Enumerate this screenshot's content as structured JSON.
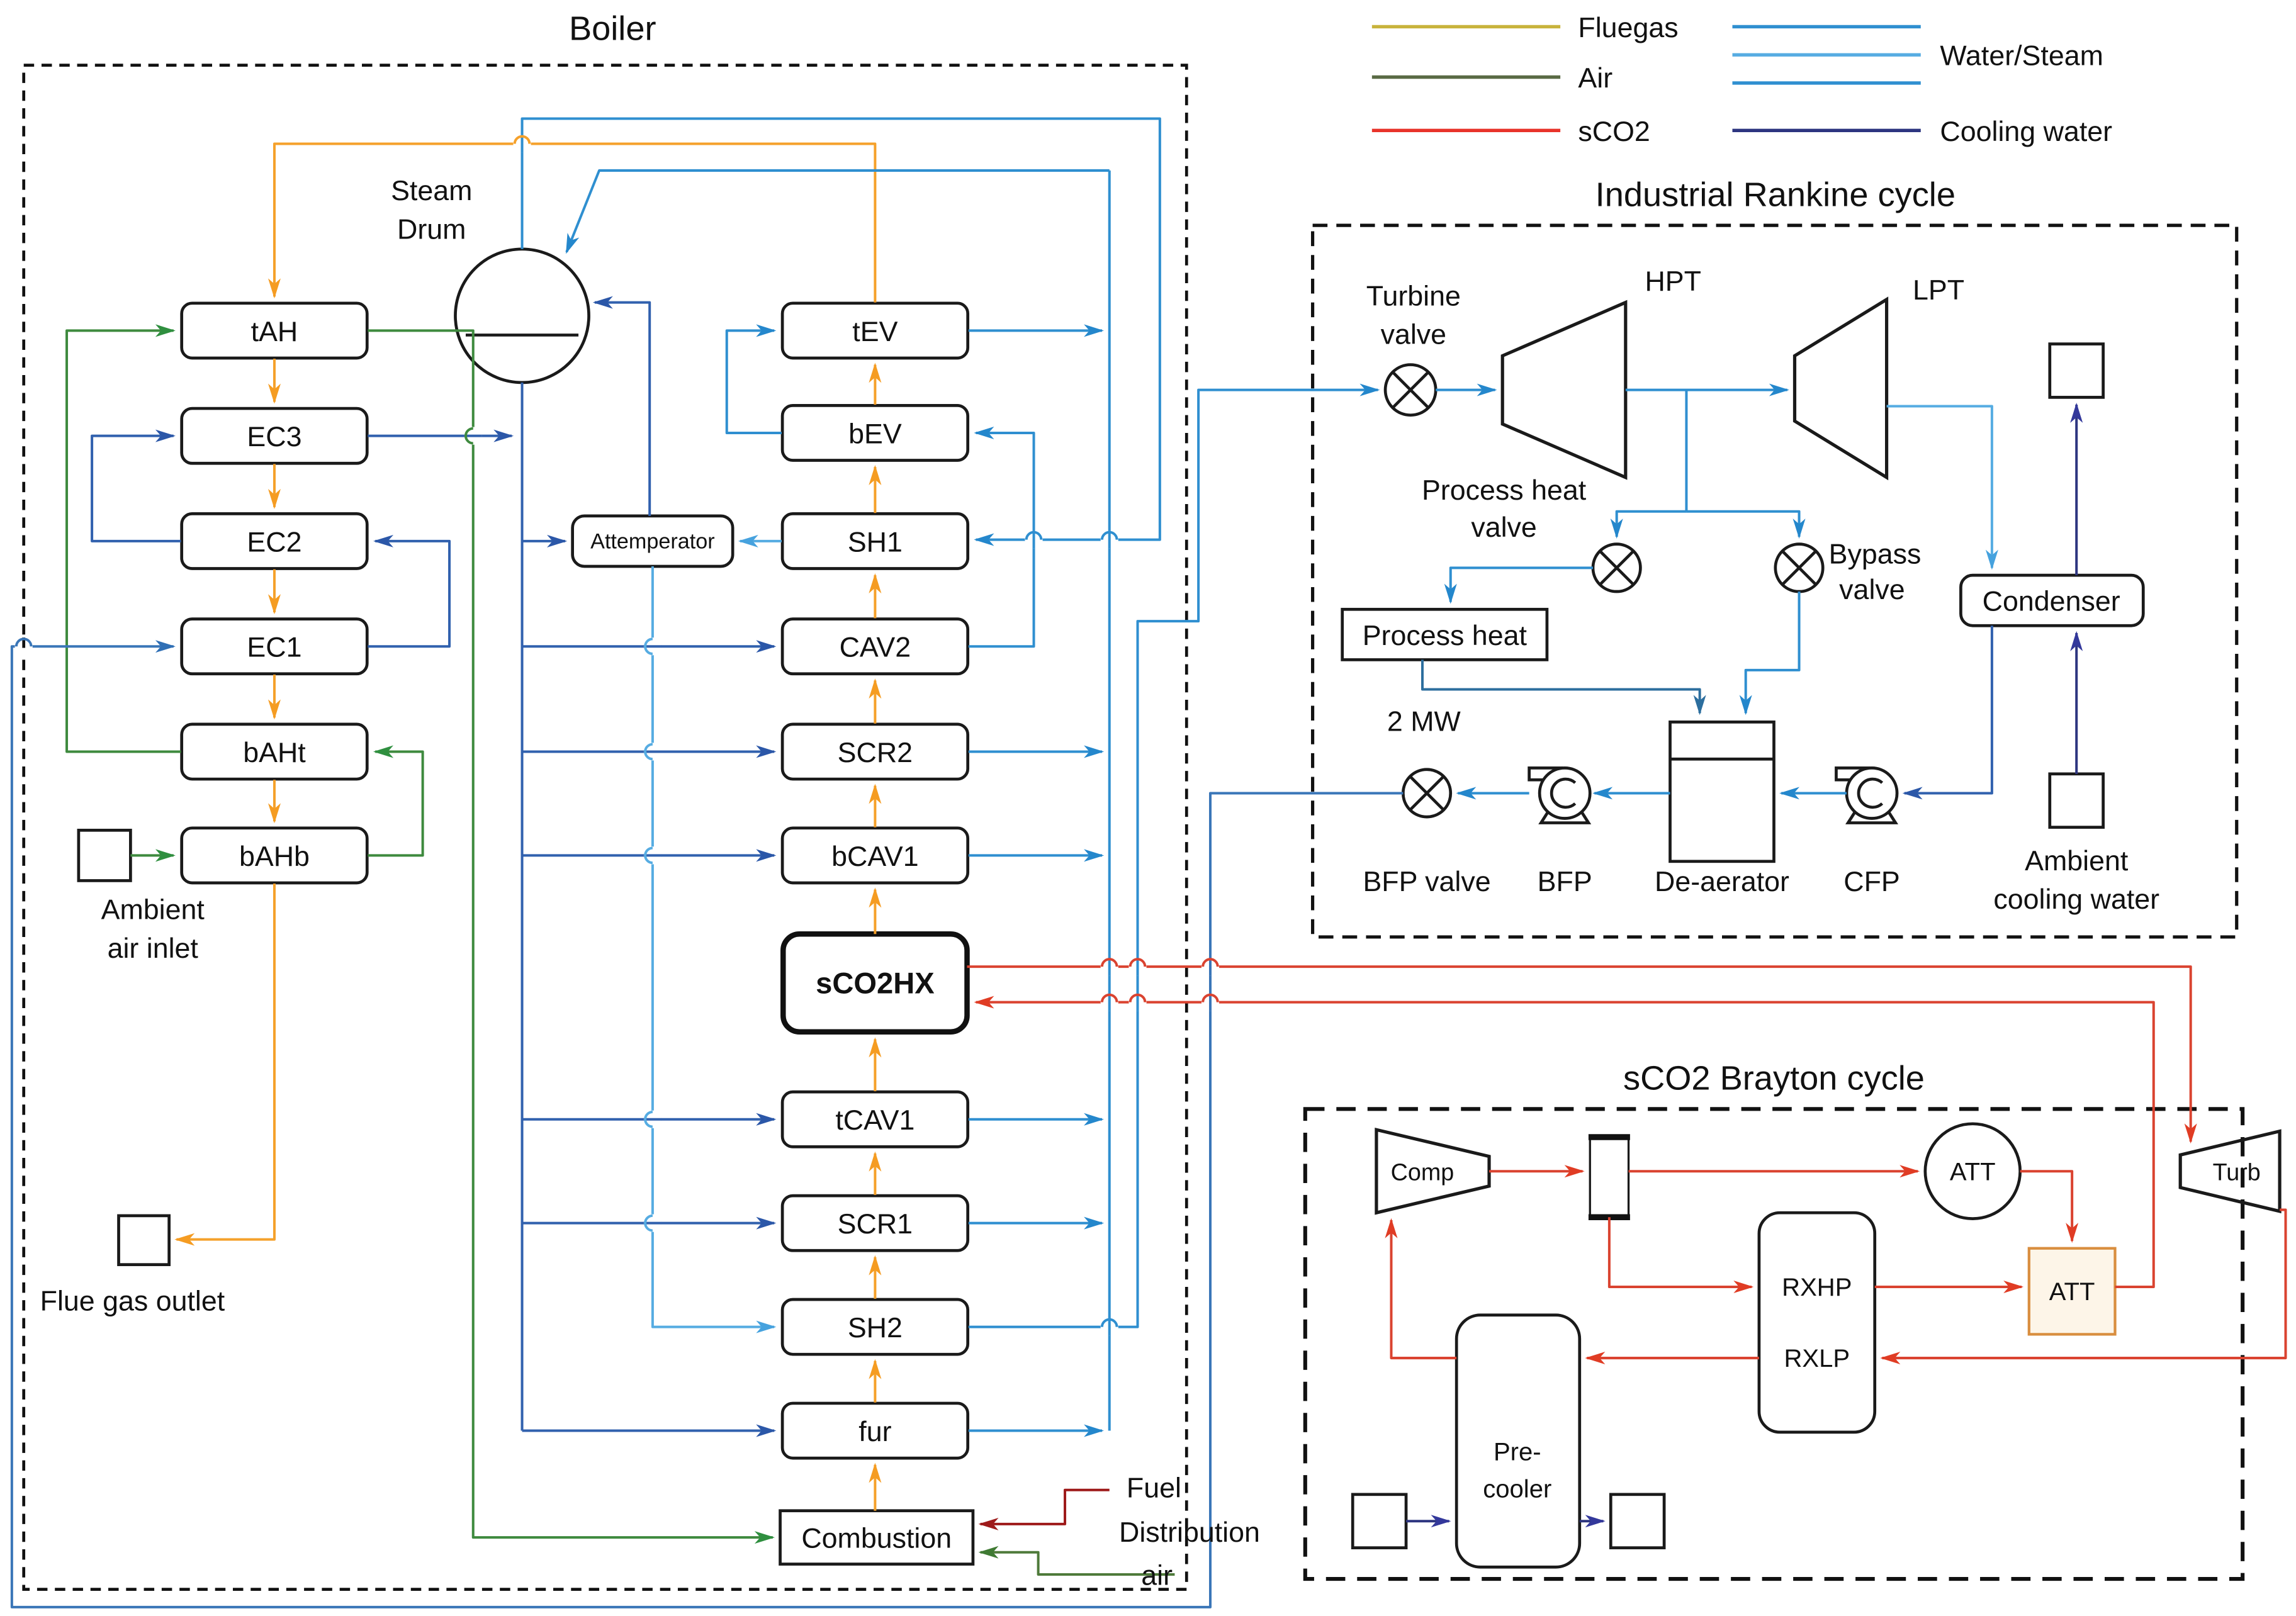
{
  "titles": {
    "boiler": "Boiler",
    "rankine": "Industrial Rankine cycle",
    "brayton": "sCO2 Brayton cycle"
  },
  "legend": {
    "fluegas": "Fluegas",
    "air": "Air",
    "sco2": "sCO2",
    "water_steam": "Water/Steam",
    "cooling_water": "Cooling water"
  },
  "colors": {
    "fluegas_legend": "#c8b33c",
    "air_legend": "#5a6b45",
    "sco2_line": "#da4330",
    "water_steam": "#2f8fd0",
    "water_steam_light": "#56ace2",
    "cooling_water": "#2d3580",
    "fluegas_flow": "#f5a12b",
    "air_flow": "#3e8a3e",
    "fuel_line": "#9e1a1a"
  },
  "boiler": {
    "left_boxes": [
      "tAH",
      "EC3",
      "EC2",
      "EC1",
      "bAHt",
      "bAHb"
    ],
    "mid_boxes": [
      "tEV",
      "bEV",
      "SH1",
      "CAV2",
      "SCR2",
      "bCAV1"
    ],
    "sco2hx": "sCO2HX",
    "mid_boxes2": [
      "tCAV1",
      "SCR1",
      "SH2",
      "fur"
    ],
    "combustion": "Combustion",
    "attemperator": "Attemperator",
    "steam_drum": [
      "Steam",
      "Drum"
    ],
    "ambient_air_inlet": [
      "Ambient",
      "air inlet"
    ],
    "flue_gas_outlet": "Flue gas outlet",
    "fuel": "Fuel",
    "distribution_air": [
      "Distribution",
      "air"
    ]
  },
  "rankine": {
    "turbine_valve": [
      "Turbine",
      "valve"
    ],
    "hpt": "HPT",
    "lpt": "LPT",
    "process_heat_valve": [
      "Process heat",
      "valve"
    ],
    "bypass_valve": [
      "Bypass",
      "valve"
    ],
    "process_heat": "Process heat",
    "power": "2 MW",
    "bfp_valve": "BFP valve",
    "bfp": "BFP",
    "deaerator": "De-aerator",
    "cfp": "CFP",
    "condenser": "Condenser",
    "ambient_cooling_water": [
      "Ambient",
      "cooling water"
    ]
  },
  "brayton": {
    "comp": "Comp",
    "turb": "Turb",
    "att_mixer": "ATT",
    "att_heater": "ATT",
    "rxhp": "RXHP",
    "rxlp": "RXLP",
    "precooler": [
      "Pre-",
      "cooler"
    ]
  }
}
